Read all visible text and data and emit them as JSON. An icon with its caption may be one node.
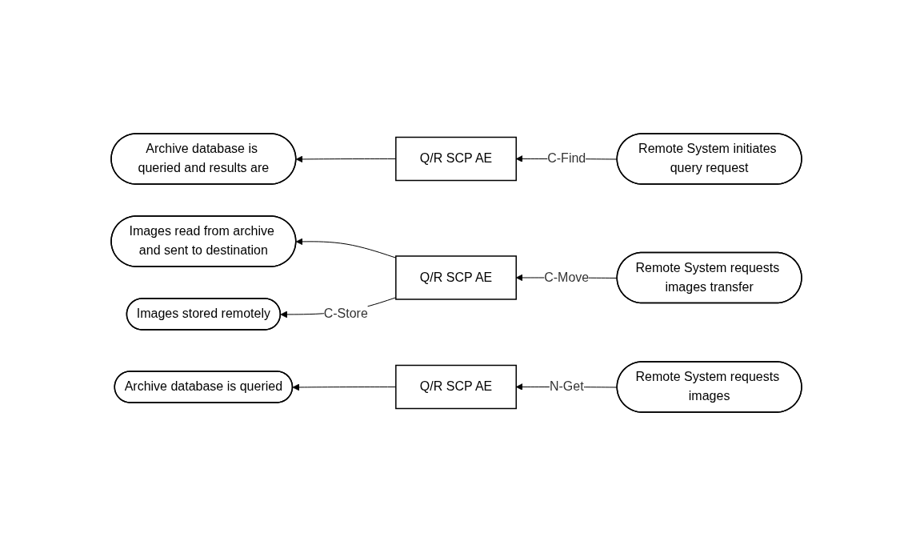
{
  "diagram": {
    "nodes": [
      {
        "text": [
          "Archive database is queried and results are"
        ]
      },
      {
        "text": [
          "Q/R SCP AE"
        ]
      },
      {
        "text": [
          "Remote System initiates query request"
        ]
      },
      {
        "text": [
          "Images read from archive and sent to destination"
        ]
      },
      {
        "text": [
          "Q/R SCP AE"
        ]
      },
      {
        "text": [
          "Remote System requests images transfer"
        ]
      },
      {
        "text": [
          "Images stored remotely"
        ]
      },
      {
        "text": [
          "Archive database is queried"
        ]
      },
      {
        "text": [
          "Q/R SCP AE"
        ]
      },
      {
        "text": [
          "Remote System requests images"
        ]
      }
    ],
    "edges": [
      {
        "from": 2,
        "to": 1,
        "arrow": "to",
        "label": "C-Find"
      },
      {
        "from": 1,
        "to": 0,
        "arrow": "to"
      },
      {
        "from": 5,
        "to": 4,
        "arrow": "to",
        "label": "C-Move"
      },
      {
        "from": 4,
        "to": 3,
        "arrow": "to"
      },
      {
        "from": 4,
        "to": 6,
        "arrow": "to",
        "label": "C-Store"
      },
      {
        "from": 9,
        "to": 8,
        "arrow": "to",
        "label": "N-Get"
      },
      {
        "from": 8,
        "to": 7,
        "arrow": "to"
      }
    ]
  }
}
